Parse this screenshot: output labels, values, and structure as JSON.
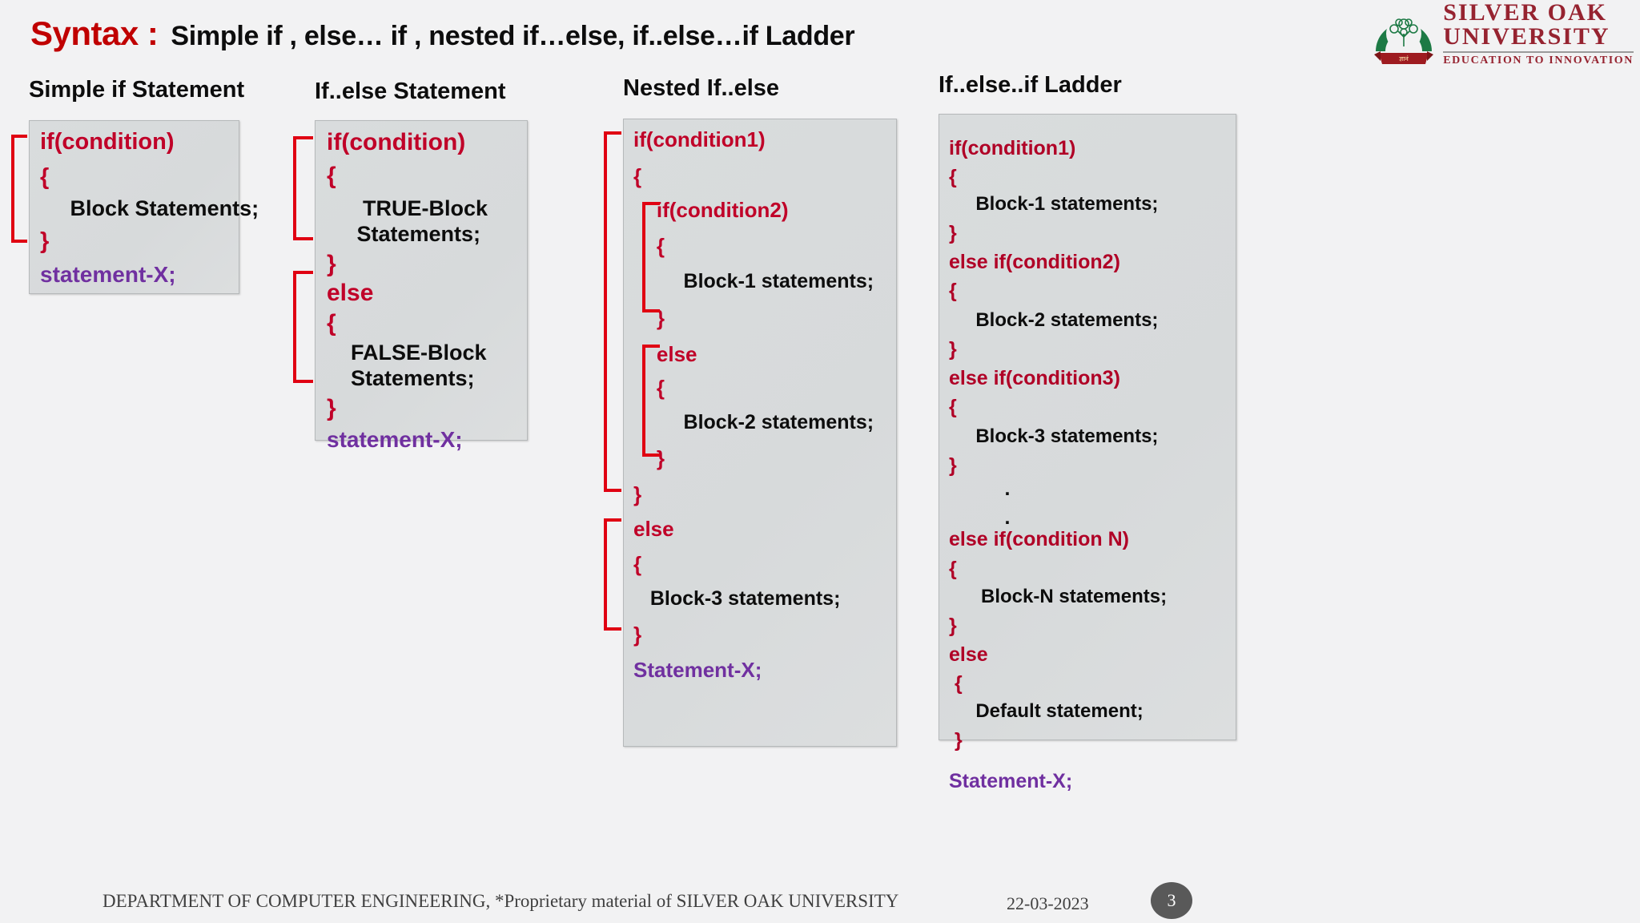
{
  "header": {
    "syntax_label": "Syntax :",
    "title": "Simple if , else… if , nested if…else,  if..else…if Ladder"
  },
  "logo": {
    "emblem_text": "SILVER OAK UNIVERSITY",
    "line1": "SILVER OAK",
    "line2": "UNIVERSITY",
    "tagline": "EDUCATION TO INNOVATION",
    "ribbon_text": "ज्ञानं परमं भूषणम्"
  },
  "colors": {
    "accent_red": "#c00000",
    "keyword_red": "#c00028",
    "bracket_red": "#e00012",
    "statement_purple": "#7030a0",
    "box_fill": "#d9dcdd",
    "brand_maroon": "#962330",
    "emblem_green": "#1d7a45"
  },
  "columns": [
    {
      "title": "Simple if Statement",
      "lines": [
        {
          "text": "if(condition)",
          "style": "kw"
        },
        {
          "text": "{",
          "style": "kw"
        },
        {
          "text": "     Block Statements;",
          "style": "blk"
        },
        {
          "text": "}",
          "style": "kw"
        },
        {
          "text": "statement-X;",
          "style": "stx"
        }
      ]
    },
    {
      "title": "If..else Statement",
      "lines": [
        {
          "text": "if(condition)",
          "style": "kw"
        },
        {
          "text": "{",
          "style": "kw"
        },
        {
          "text": "      TRUE-Block",
          "style": "blk"
        },
        {
          "text": "     Statements;",
          "style": "blk"
        },
        {
          "text": "}",
          "style": "kw"
        },
        {
          "text": "else",
          "style": "kw"
        },
        {
          "text": "{",
          "style": "kw"
        },
        {
          "text": "    FALSE-Block",
          "style": "blk"
        },
        {
          "text": "    Statements;",
          "style": "blk"
        },
        {
          "text": "}",
          "style": "kw"
        },
        {
          "text": "statement-X;",
          "style": "stx"
        }
      ]
    },
    {
      "title": "Nested If..else",
      "lines": [
        {
          "text": "if(condition1)",
          "style": "kw"
        },
        {
          "text": "{",
          "style": "kw"
        },
        {
          "text": "    if(condition2)",
          "style": "kw"
        },
        {
          "text": "    {",
          "style": "kw"
        },
        {
          "text": "         Block-1 statements;",
          "style": "blk"
        },
        {
          "text": "    }",
          "style": "kw"
        },
        {
          "text": "    else",
          "style": "kw"
        },
        {
          "text": "    {",
          "style": "kw"
        },
        {
          "text": "         Block-2 statements;",
          "style": "blk"
        },
        {
          "text": "    }",
          "style": "kw"
        },
        {
          "text": "}",
          "style": "kw"
        },
        {
          "text": "else",
          "style": "kw"
        },
        {
          "text": "{",
          "style": "kw"
        },
        {
          "text": "   Block-3 statements;",
          "style": "blk"
        },
        {
          "text": "}",
          "style": "kw"
        },
        {
          "text": "Statement-X;",
          "style": "stx"
        }
      ]
    },
    {
      "title": "If..else..if Ladder",
      "lines": [
        {
          "text": "if(condition1)",
          "style": "kw"
        },
        {
          "text": "{",
          "style": "kw"
        },
        {
          "text": "     Block-1 statements;",
          "style": "blk"
        },
        {
          "text": "}",
          "style": "kw"
        },
        {
          "text": "else if(condition2)",
          "style": "kw"
        },
        {
          "text": "{",
          "style": "kw"
        },
        {
          "text": "     Block-2 statements;",
          "style": "blk"
        },
        {
          "text": "}",
          "style": "kw"
        },
        {
          "text": "else if(condition3)",
          "style": "kw"
        },
        {
          "text": "{",
          "style": "kw"
        },
        {
          "text": "     Block-3 statements;",
          "style": "blk"
        },
        {
          "text": "}",
          "style": "kw"
        },
        {
          "text": "          .",
          "style": "blk"
        },
        {
          "text": "          .",
          "style": "blk"
        },
        {
          "text": "else if(condition N)",
          "style": "kw"
        },
        {
          "text": "{",
          "style": "kw"
        },
        {
          "text": "      Block-N statements;",
          "style": "blk"
        },
        {
          "text": "}",
          "style": "kw"
        },
        {
          "text": "else",
          "style": "kw"
        },
        {
          "text": " {",
          "style": "kw"
        },
        {
          "text": "     Default statement;",
          "style": "blk"
        },
        {
          "text": " }",
          "style": "kw"
        },
        {
          "text": "Statement-X;",
          "style": "stx"
        }
      ]
    }
  ],
  "footer": {
    "text": "DEPARTMENT OF COMPUTER ENGINEERING, *Proprietary material of SILVER OAK UNIVERSITY",
    "date": "22-03-2023",
    "slide_number": "3"
  }
}
